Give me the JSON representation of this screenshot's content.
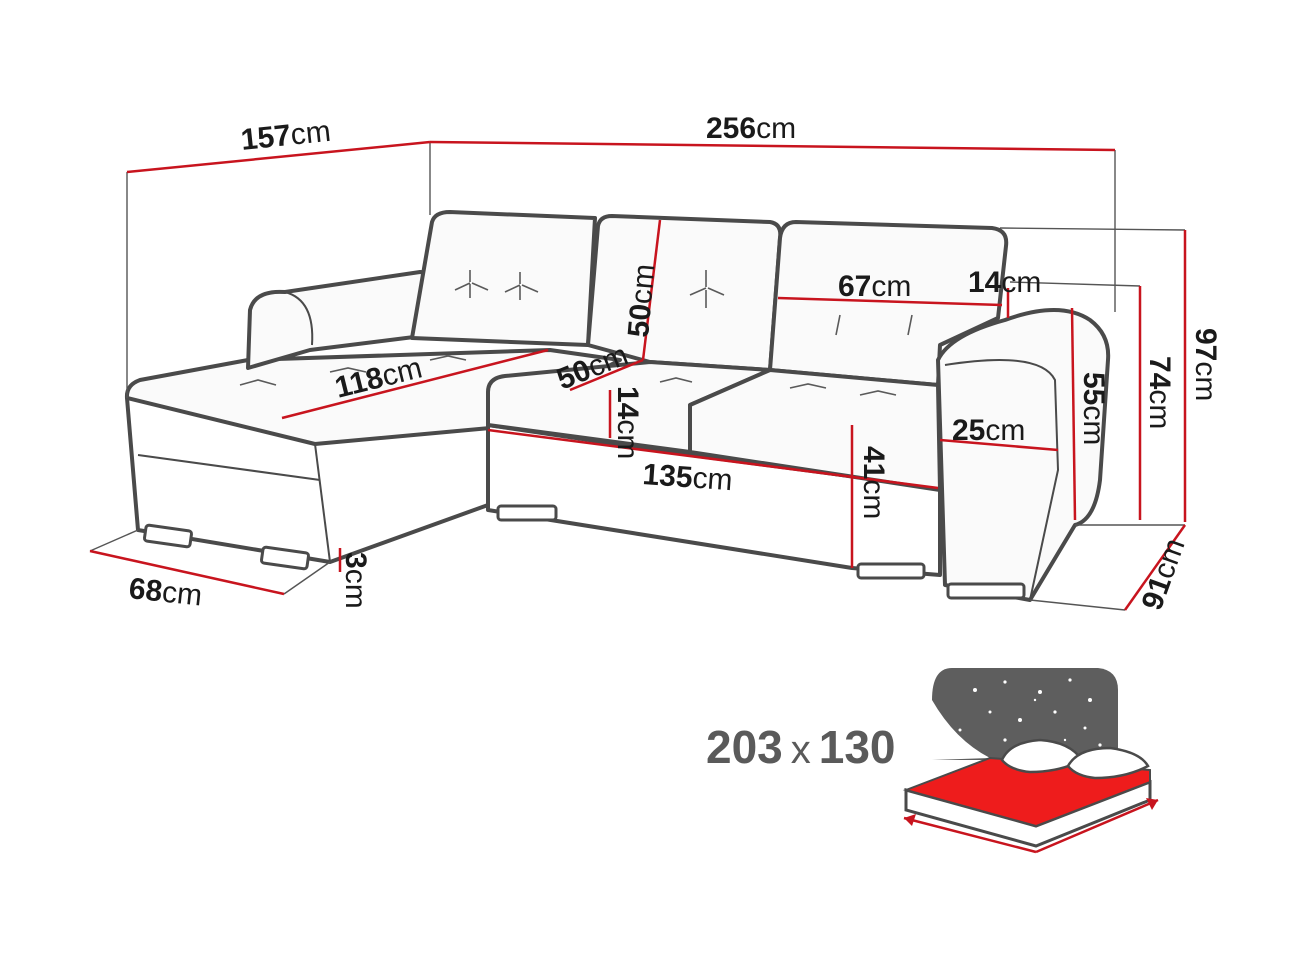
{
  "diagram": {
    "unit": "cm",
    "dimensions": {
      "chaise_total_width": "157",
      "total_length": "256",
      "chaise_seat_length": "118",
      "chaise_depth": "68",
      "leg_height": "3",
      "back_cushion_height": "50",
      "back_cushion_depth": "50",
      "seat_thickness": "14",
      "seat_width": "135",
      "cushion_width": "67",
      "backrest_thickness": "14",
      "seat_height": "41",
      "armrest_width": "25",
      "armrest_height": "55",
      "backrest_height": "74",
      "total_height": "97",
      "total_depth": "91"
    },
    "bed_size": {
      "width": "203",
      "separator": "x",
      "length": "130"
    }
  }
}
